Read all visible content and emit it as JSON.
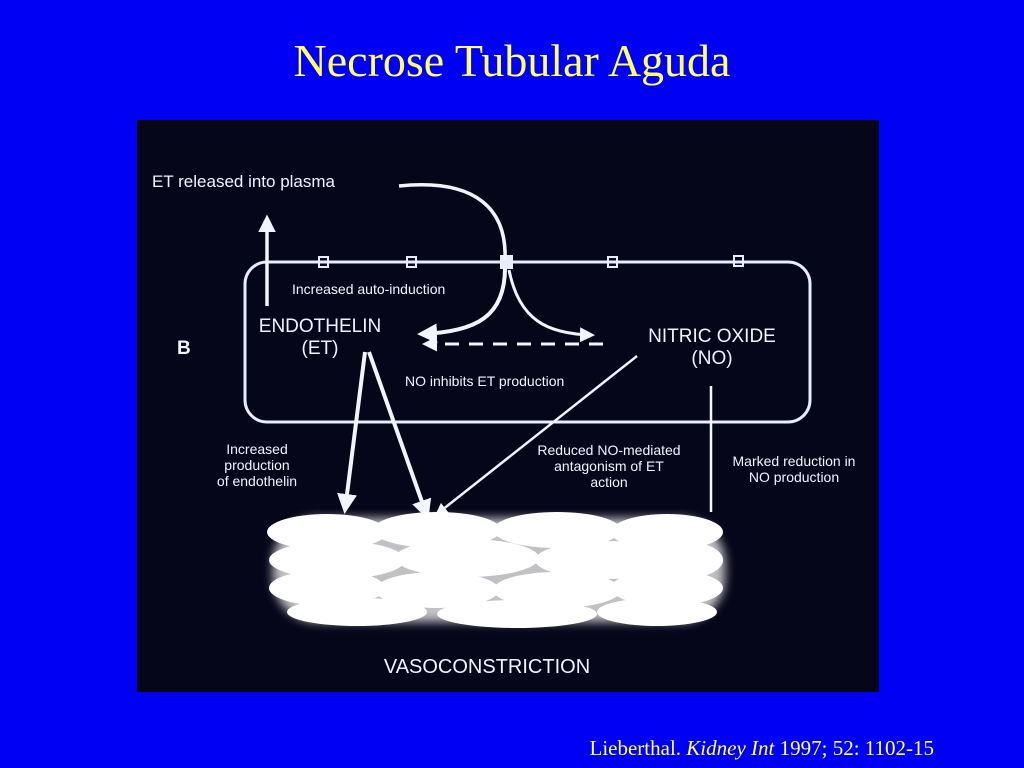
{
  "slide": {
    "title": "Necrose Tubular Aguda",
    "citation": {
      "author": "Lieberthal.",
      "journal": "Kidney Int",
      "details": "1997; 52: 1102-15"
    }
  },
  "diagram": {
    "panel_letter": "B",
    "et_released": "ET released into plasma",
    "auto_induction": "Increased auto-induction",
    "endothelin_line1": "ENDOTHELIN",
    "endothelin_line2": "(ET)",
    "nitric_oxide_line1": "NITRIC OXIDE",
    "nitric_oxide_line2": "(NO)",
    "no_inhibits": "NO inhibits ET production",
    "increased_production": [
      "Increased",
      "production",
      "of endothelin"
    ],
    "reduced_no": [
      "Reduced NO-mediated",
      "antagonism of ET",
      "action"
    ],
    "marked_reduction": [
      "Marked reduction in",
      "NO production"
    ],
    "vasoconstriction": "VASOCONSTRICTION"
  }
}
